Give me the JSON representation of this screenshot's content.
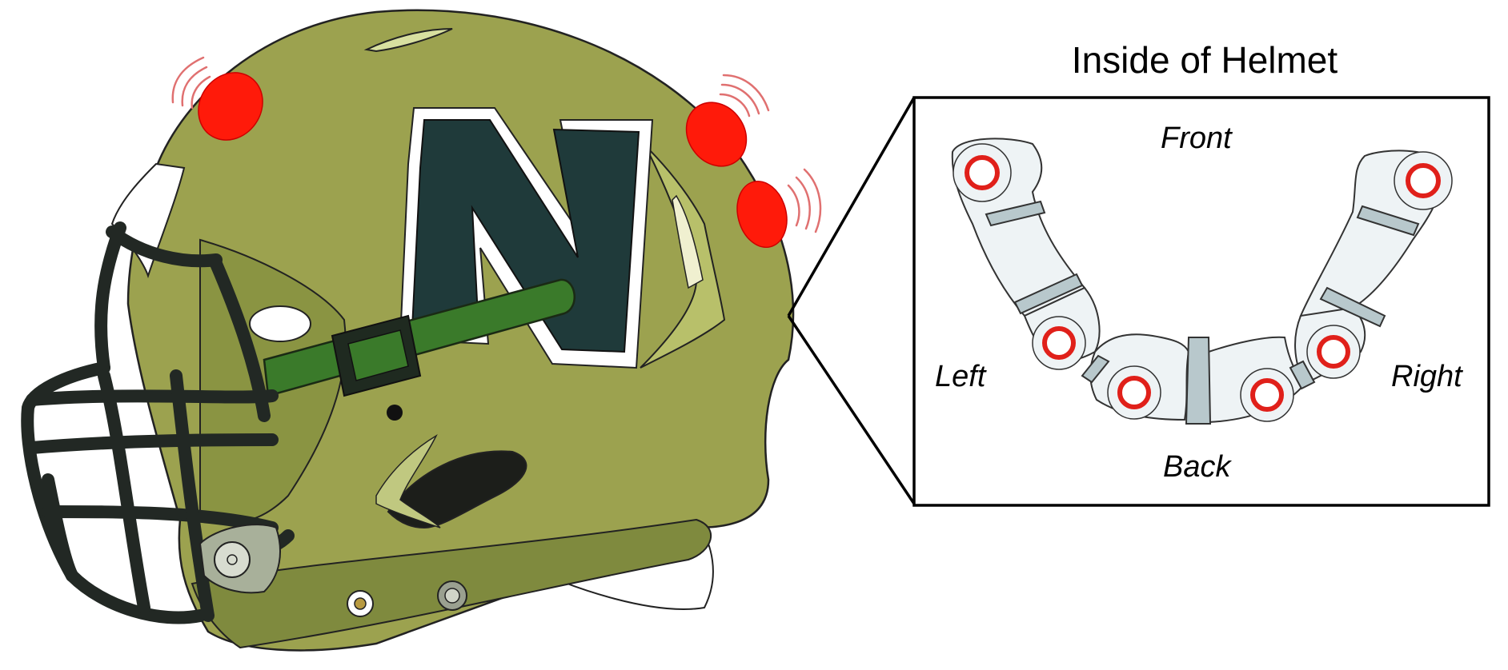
{
  "title": "Inside of Helmet",
  "labels": {
    "front": "Front",
    "back": "Back",
    "left": "Left",
    "right": "Right"
  },
  "helmet_logo": "N",
  "colors": {
    "shell": "#9ca24f",
    "shell_dark": "#7f8a3e",
    "facemask": "#222824",
    "strap": "#3a7a2a",
    "logo_fill": "#1f3a3a",
    "sensor": "#ff1a0a",
    "wave": "#e07070",
    "pad_fill": "#eef3f5",
    "pad_joint": "#b8c8cc",
    "sensor_ring": "#e0201a"
  }
}
